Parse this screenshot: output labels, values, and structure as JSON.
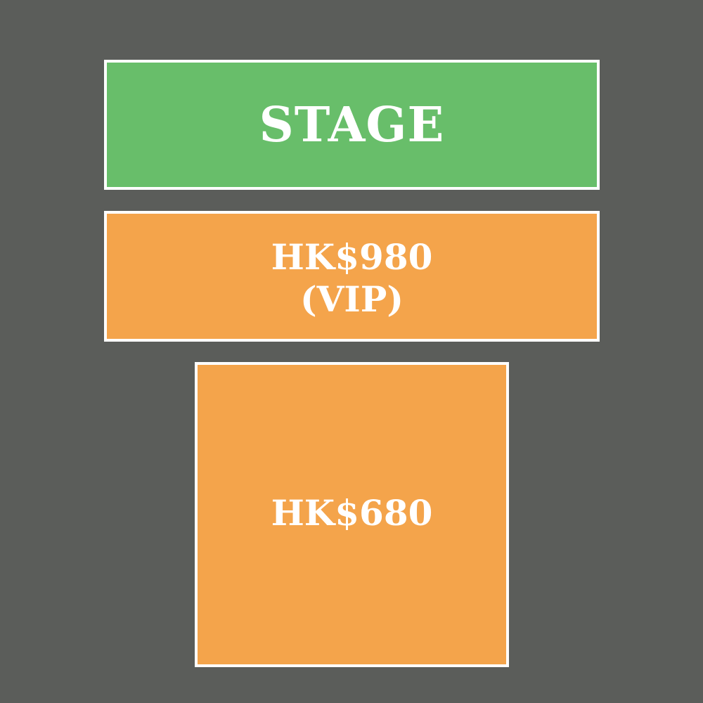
{
  "colors": {
    "background": "#5b5d5a",
    "stage": "#68be6a",
    "price_zone": "#f4a44b",
    "border": "#ffffff",
    "text": "#ffffff"
  },
  "seating_map": {
    "stage": {
      "label": "STAGE"
    },
    "zones": [
      {
        "price": "HK$980",
        "note": "(VIP)"
      },
      {
        "price": "HK$680"
      }
    ]
  }
}
